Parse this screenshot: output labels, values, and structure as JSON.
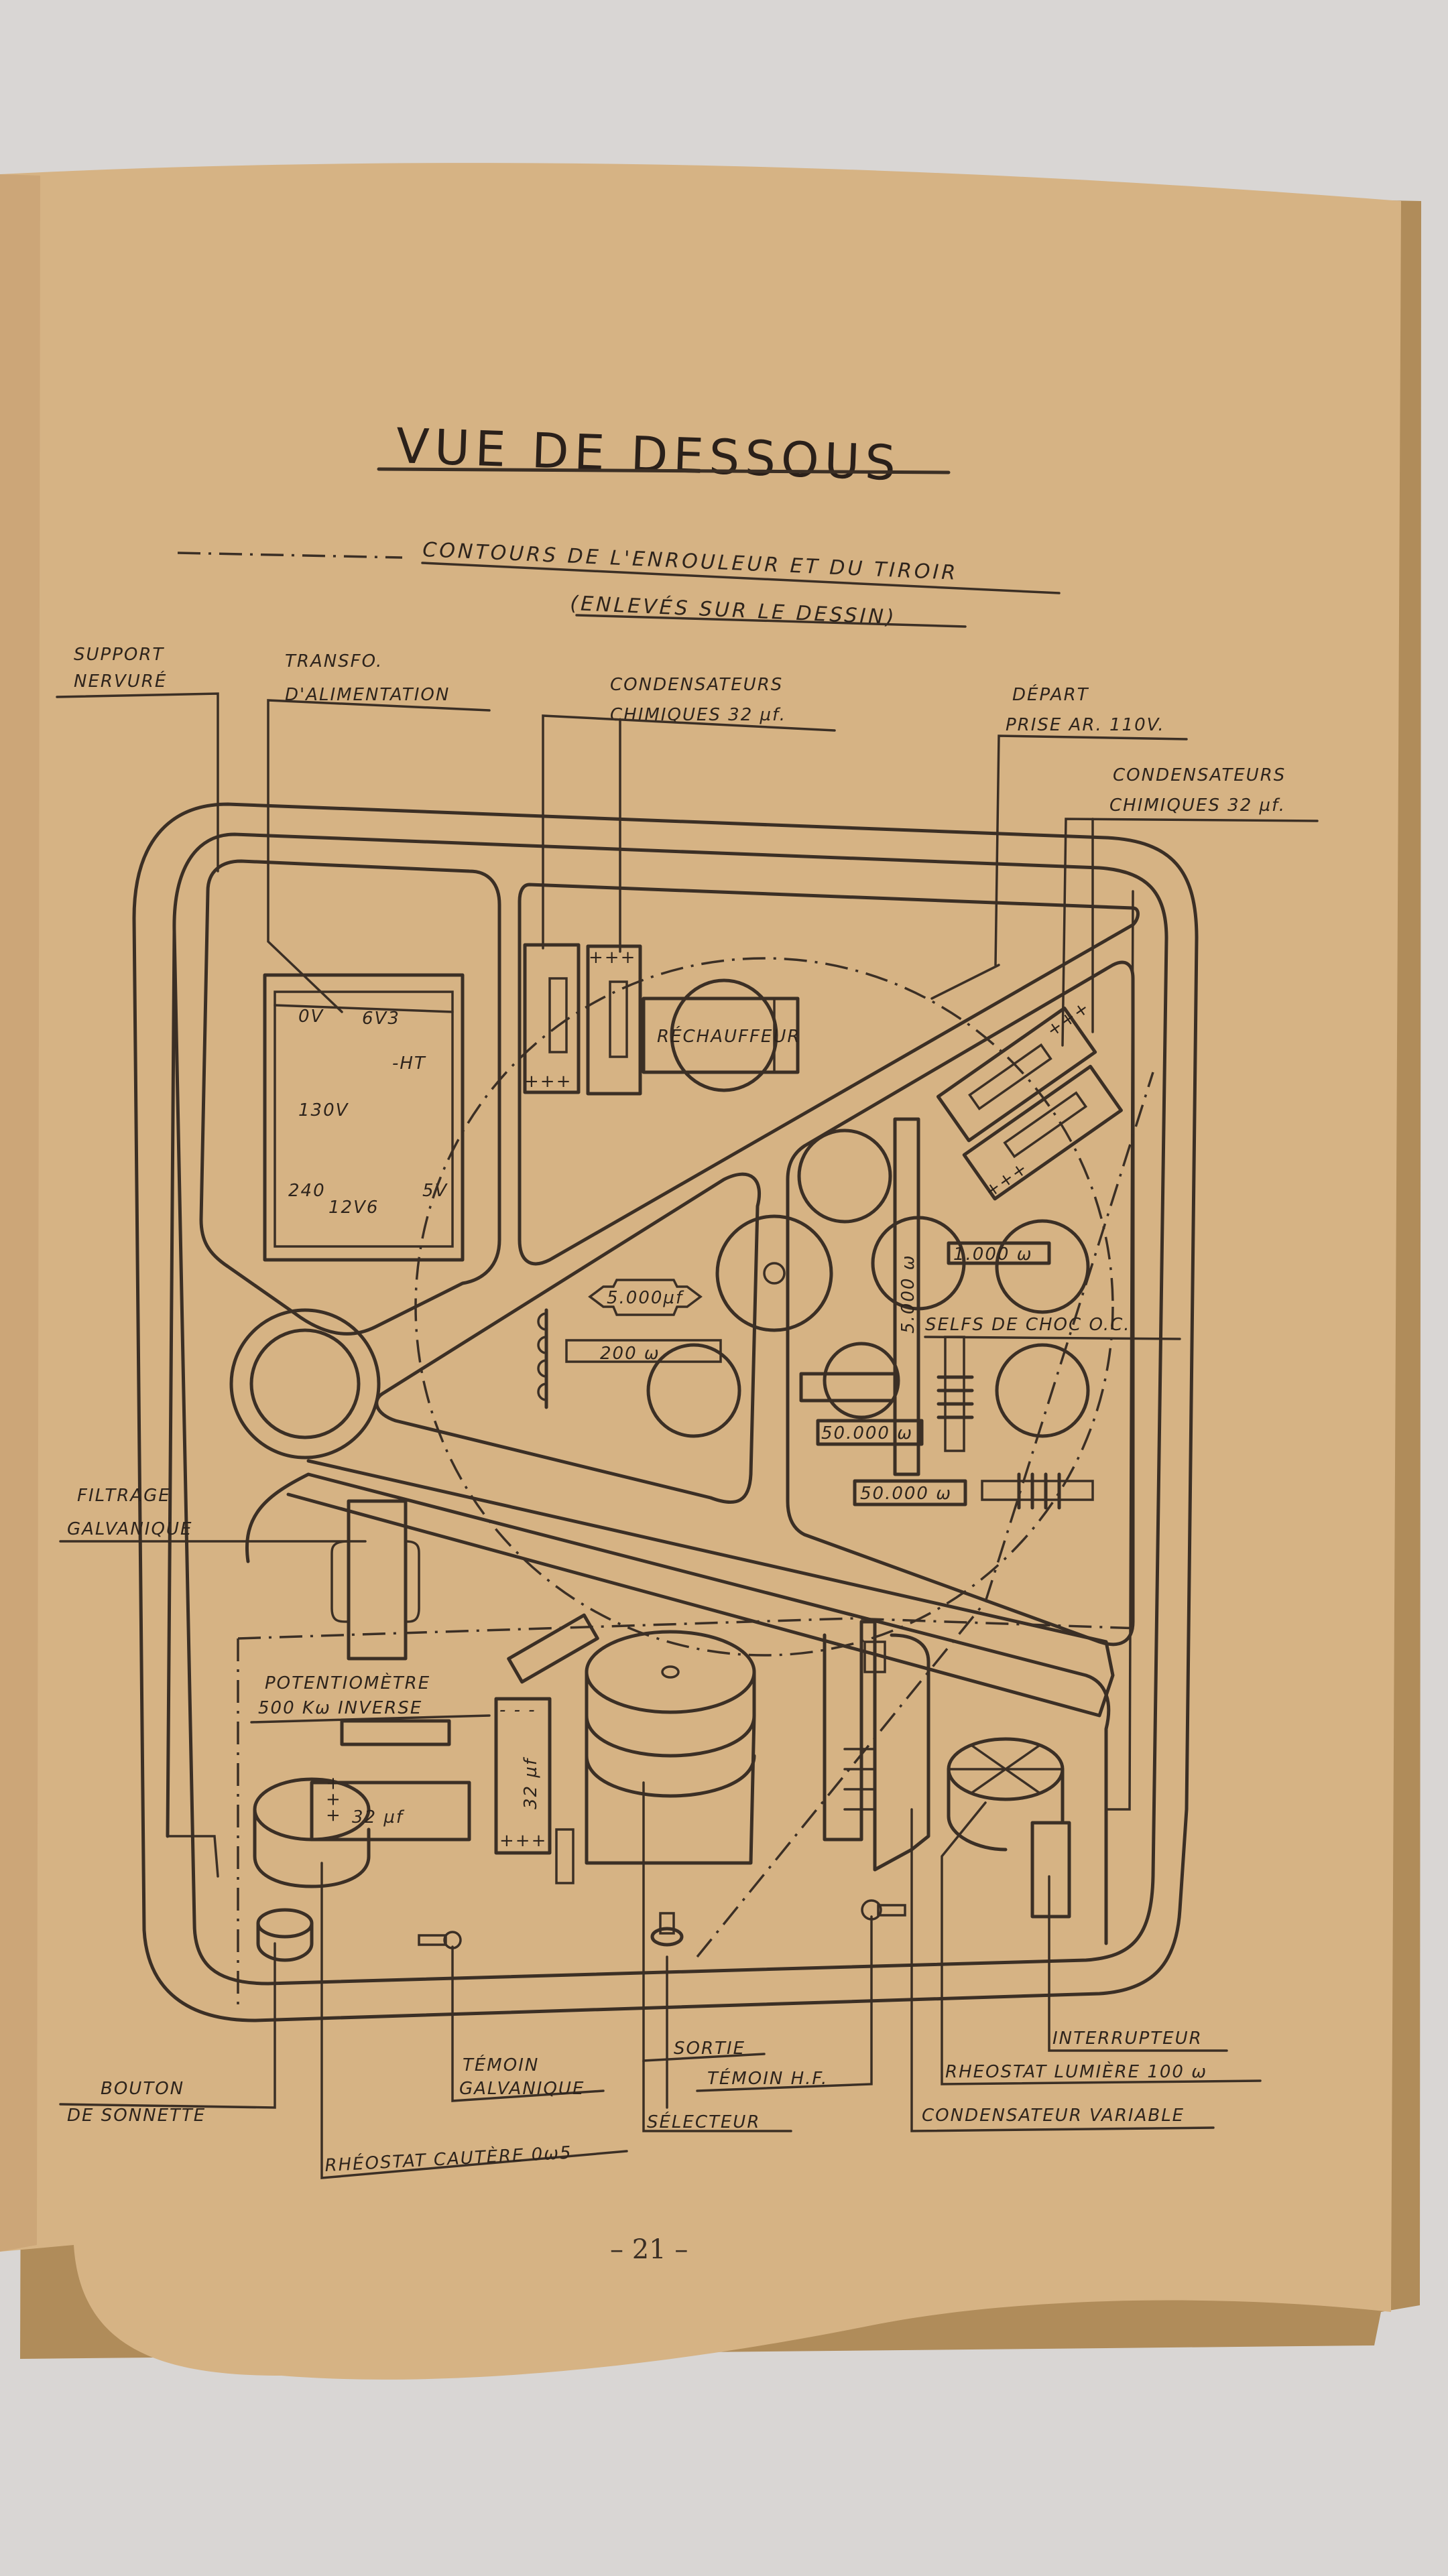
{
  "page": {
    "title": "VUE DE DESSOUS",
    "legend": {
      "line1": "CONTOURS DE L'ENROULEUR ET DU TIROIR",
      "line2": "(ENLEVÉS SUR LE DESSIN)"
    },
    "page_number": "– 21 –"
  },
  "colors": {
    "background": "#d9d6d4",
    "paper": "#d8b585",
    "paper_edge": "#b08c5a",
    "ink": "#3b2f25"
  },
  "callouts": {
    "support": [
      "SUPPORT",
      "NERVURÉ"
    ],
    "transfo": [
      "TRANSFO.",
      "D'ALIMENTATION"
    ],
    "condensateurs_left": [
      "CONDENSATEURS",
      "CHIMIQUES 32 µf."
    ],
    "depart": [
      "DÉPART",
      "PRISE AR. 110V."
    ],
    "condensateurs_right": [
      "CONDENSATEURS",
      "CHIMIQUES 32 µf."
    ],
    "filtrage": [
      "FILTRAGE",
      "GALVANIQUE"
    ],
    "potentiometre": [
      "POTENTIOMÈTRE",
      "500 Kω INVERSE"
    ],
    "selfs": "SELFS DE CHOC O.C.",
    "bouton": [
      "BOUTON",
      "DE SONNETTE"
    ],
    "temoin_galv": [
      "TÉMOIN",
      "GALVANIQUE"
    ],
    "rheostat_cautere": "RHÉOSTAT CAUTÈRE 0ω5",
    "sortie": "SORTIE",
    "temoin_hf": "TÉMOIN H.F.",
    "selecteur": "SÉLECTEUR",
    "interrupteur": "INTERRUPTEUR",
    "rheostat_lumiere": "RHEOSTAT LUMIÈRE 100 ω",
    "condensateur_variable": "CONDENSATEUR VARIABLE"
  },
  "components": {
    "transformer_taps": {
      "zero": "0V",
      "v63": "6V3",
      "ht": "-HT",
      "v130": "130V",
      "v240": "240",
      "v126": "12V6",
      "v5": "5V"
    },
    "rechauffeur": "RÉCHAUFFEUR",
    "cap_5000": "5.000µf",
    "res_200": "200 ω",
    "res_1000": "1.000 ω",
    "res_5000": "5.000 ω",
    "res_50000_a": "50.000 ω",
    "res_50000_b": "50.000 ω",
    "cap_32_a": "32 µf",
    "cap_32_b": "32 µf",
    "plus_marks": "+++",
    "minus_marks": "- - -"
  }
}
